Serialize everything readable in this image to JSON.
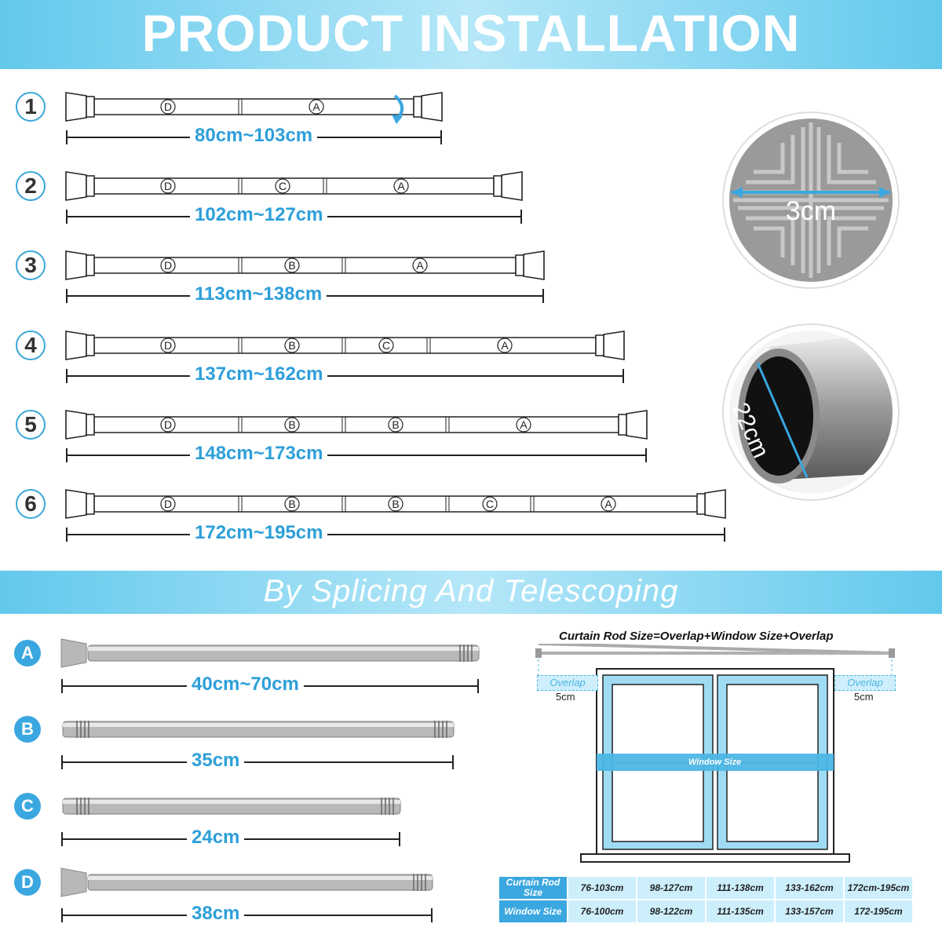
{
  "header": {
    "title": "PRODUCT INSTALLATION"
  },
  "configurations": [
    {
      "step": "1",
      "segments": [
        "D",
        "A"
      ],
      "range": "80cm~103cm"
    },
    {
      "step": "2",
      "segments": [
        "D",
        "C",
        "A"
      ],
      "range": "102cm~127cm"
    },
    {
      "step": "3",
      "segments": [
        "D",
        "B",
        "A"
      ],
      "range": "113cm~138cm"
    },
    {
      "step": "4",
      "segments": [
        "D",
        "B",
        "C",
        "A"
      ],
      "range": "137cm~162cm"
    },
    {
      "step": "5",
      "segments": [
        "D",
        "B",
        "B",
        "A"
      ],
      "range": "148cm~173cm"
    },
    {
      "step": "6",
      "segments": [
        "D",
        "B",
        "B",
        "C",
        "A"
      ],
      "range": "172cm~195cm"
    }
  ],
  "end_cap_diameter": "3cm",
  "tube_diameter": "22cm",
  "section_banner": {
    "title": "By Splicing And Telescoping"
  },
  "parts": [
    {
      "label": "A",
      "length": "40cm~70cm"
    },
    {
      "label": "B",
      "length": "35cm"
    },
    {
      "label": "C",
      "length": "24cm"
    },
    {
      "label": "D",
      "length": "38cm"
    }
  ],
  "diagram": {
    "formula": "Curtain Rod Size=Overlap+Window Size+Overlap",
    "overlap_label": "Overlap",
    "overlap_size": "5cm",
    "window_label": "Window Size"
  },
  "size_table": {
    "row1_header": [
      "Curtain Rod",
      "Size"
    ],
    "row1_values": [
      "76-103cm",
      "98-127cm",
      "111-138cm",
      "133-162cm",
      "172cm-195cm"
    ],
    "row2_header": "Window Size",
    "row2_values": [
      "76-100cm",
      "98-122cm",
      "111-135cm",
      "133-157cm",
      "172-195cm"
    ]
  },
  "colors": {
    "accent": "#3aa7e0",
    "banner": "#63c9ec",
    "label_blue": "#2d9fd9"
  }
}
